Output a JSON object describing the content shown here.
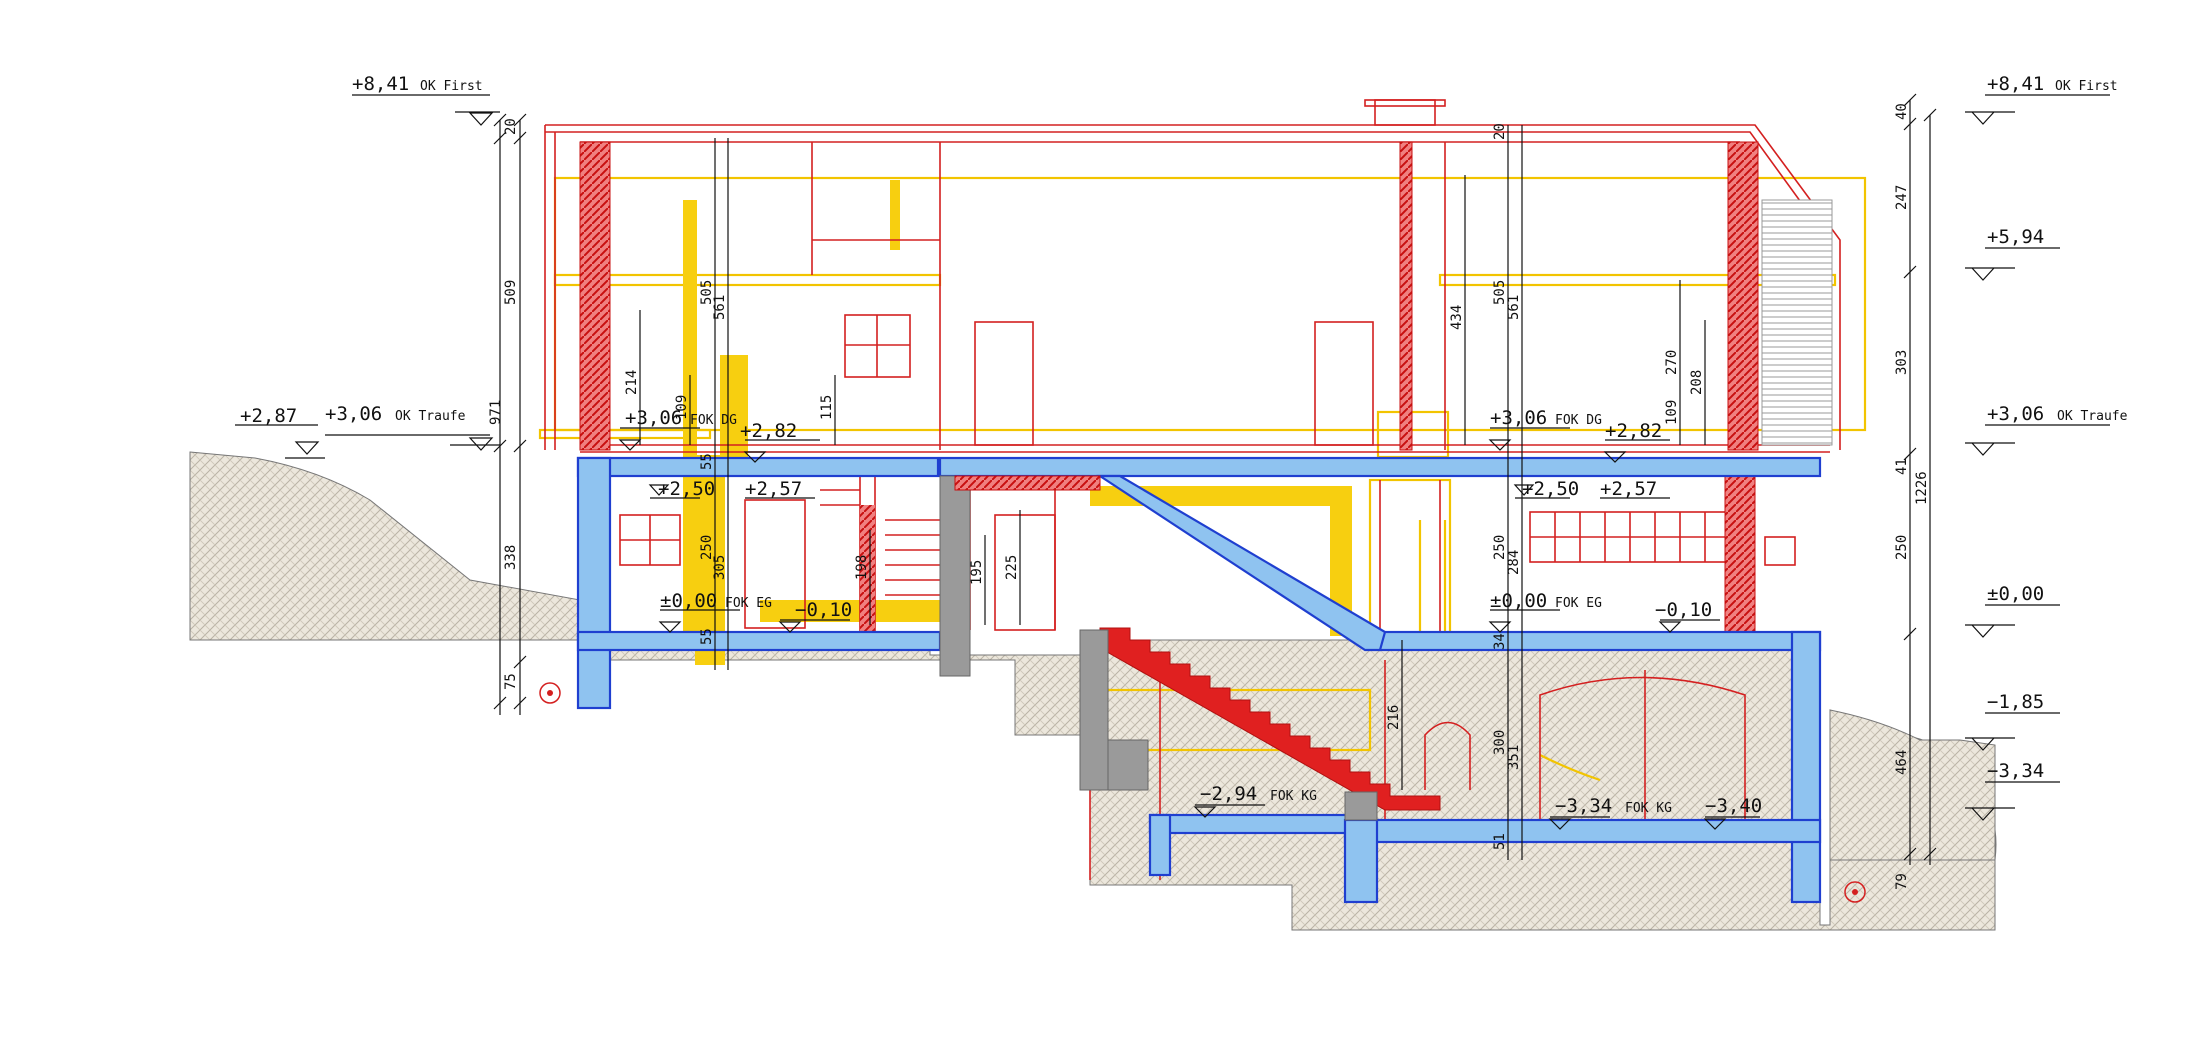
{
  "levels_left": [
    {
      "value": "+8,41",
      "note": "OK First"
    },
    {
      "value": "+3,06",
      "note": "OK Traufe"
    },
    {
      "value": "+2,87",
      "note": ""
    }
  ],
  "levels_right": [
    {
      "value": "+8,41",
      "note": "OK First"
    },
    {
      "value": "+5,94",
      "note": ""
    },
    {
      "value": "+3,06",
      "note": "OK Traufe"
    },
    {
      "value": "±0,00",
      "note": ""
    },
    {
      "value": "−1,85",
      "note": ""
    },
    {
      "value": "−3,34",
      "note": ""
    }
  ],
  "floor_levels": [
    {
      "value": "+3,06",
      "note": "FOK DG"
    },
    {
      "value": "+2,82",
      "note": ""
    },
    {
      "value": "+2,50",
      "note": ""
    },
    {
      "value": "+2,57",
      "note": ""
    },
    {
      "value": "±0,00",
      "note": "FOK EG"
    },
    {
      "value": "−0,10",
      "note": ""
    },
    {
      "value": "+3,06",
      "note": "FOK DG"
    },
    {
      "value": "+2,82",
      "note": ""
    },
    {
      "value": "+2,50",
      "note": ""
    },
    {
      "value": "+2,57",
      "note": ""
    },
    {
      "value": "±0,00",
      "note": "FOK EG"
    },
    {
      "value": "−0,10",
      "note": ""
    },
    {
      "value": "−2,94",
      "note": "FOK KG"
    },
    {
      "value": "−3,34",
      "note": "FOK KG"
    },
    {
      "value": "−3,40",
      "note": ""
    }
  ],
  "dims_left_outer": [
    "20",
    "509",
    "971",
    "338",
    "75"
  ],
  "dims_left_inner": [
    "214",
    "109",
    "505",
    "561",
    "55",
    "250",
    "305",
    "55",
    "115",
    "198",
    "195",
    "225"
  ],
  "dims_right_inner": [
    "20",
    "434",
    "505",
    "561",
    "250",
    "284",
    "34",
    "216",
    "300",
    "351",
    "51",
    "270",
    "208",
    "109"
  ],
  "dims_right_outer": [
    "40",
    "247",
    "303",
    "41",
    "250",
    "1226",
    "464",
    "79"
  ],
  "colors": {
    "existing": "#d42020",
    "new": "#1f3fd0",
    "demolition": "#f2c400",
    "soil": "#e6e0d4"
  }
}
